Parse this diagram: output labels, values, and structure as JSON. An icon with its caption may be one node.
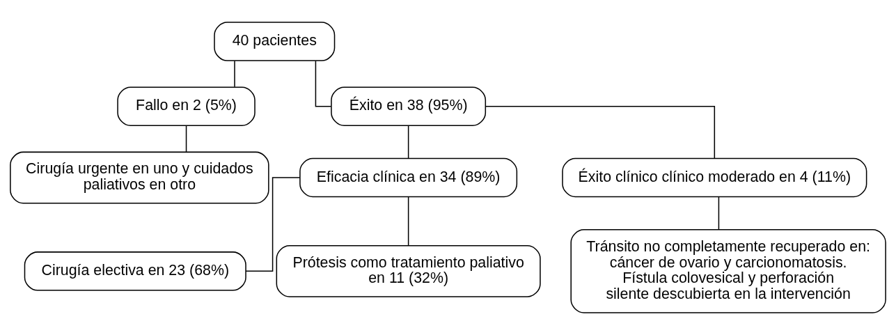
{
  "diagram": {
    "nodes": [
      {
        "text": [
          "40 pacientes"
        ]
      },
      {
        "text": [
          "Fallo en 2 (5%)"
        ]
      },
      {
        "text": [
          "Éxito en 38 (95%)"
        ]
      },
      {
        "text": [
          "Cirugía urgente en uno y cuidados paliativos en otro"
        ]
      },
      {
        "text": [
          "Eficacia clínica en 34 (89%)"
        ]
      },
      {
        "text": [
          "Éxito clínico clínico moderado en 4 (11%)"
        ]
      },
      {
        "text": [
          "Cirugía electiva en 23 (68%)"
        ]
      },
      {
        "text": [
          "Prótesis como tratamiento paliativo en 11 (32%)"
        ]
      },
      {
        "text": [
          "Tránsito no completamente recuperado en: cáncer de ovario y carcionomatosis. Fístula colovesical y perforación silente descubierta en la intervención"
        ]
      }
    ],
    "edges": [
      {
        "from": 0,
        "to": 1,
        "arrow": "none"
      },
      {
        "from": 0,
        "to": 2,
        "arrow": "none"
      },
      {
        "from": 1,
        "to": 3,
        "arrow": "none"
      },
      {
        "from": 2,
        "to": 4,
        "arrow": "none"
      },
      {
        "from": 2,
        "to": 5,
        "arrow": "none"
      },
      {
        "from": 4,
        "to": 6,
        "arrow": "none"
      },
      {
        "from": 4,
        "to": 7,
        "arrow": "none"
      },
      {
        "from": 5,
        "to": 8,
        "arrow": "none"
      }
    ]
  }
}
